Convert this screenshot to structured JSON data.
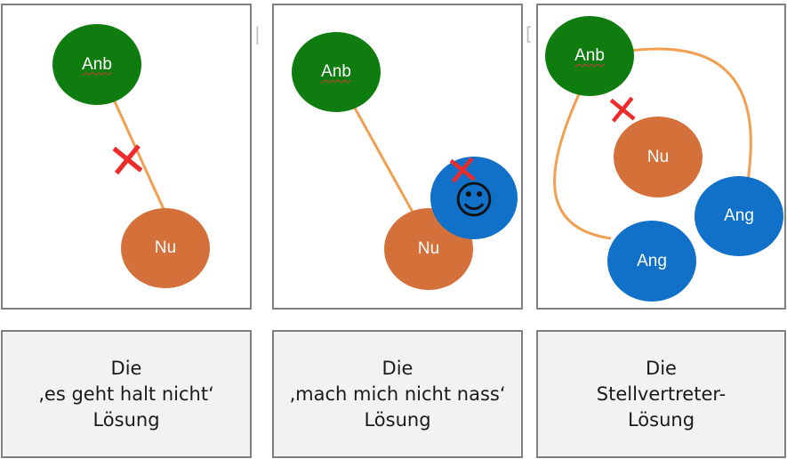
{
  "panels": [
    {
      "nodes": {
        "anb": "Anb",
        "nu": "Nu"
      },
      "caption": [
        "Die",
        "‚es geht halt nicht‘",
        "Lösung"
      ]
    },
    {
      "nodes": {
        "anb": "Anb",
        "nu": "Nu"
      },
      "caption": [
        "Die",
        "‚mach mich nicht nass‘",
        "Lösung"
      ]
    },
    {
      "nodes": {
        "anb": "Anb",
        "nu": "Nu",
        "ang1": "Ang",
        "ang2": "Ang"
      },
      "caption": [
        "Die",
        "Stellvertreter-",
        "Lösung"
      ]
    }
  ],
  "symbols": {
    "cross": "✕",
    "smiley": "☺"
  },
  "colors": {
    "anb": "#0f7c0f",
    "nu": "#d4703a",
    "ang": "#1170c8",
    "line": "#f0a050",
    "cross": "#ee2b2b"
  }
}
